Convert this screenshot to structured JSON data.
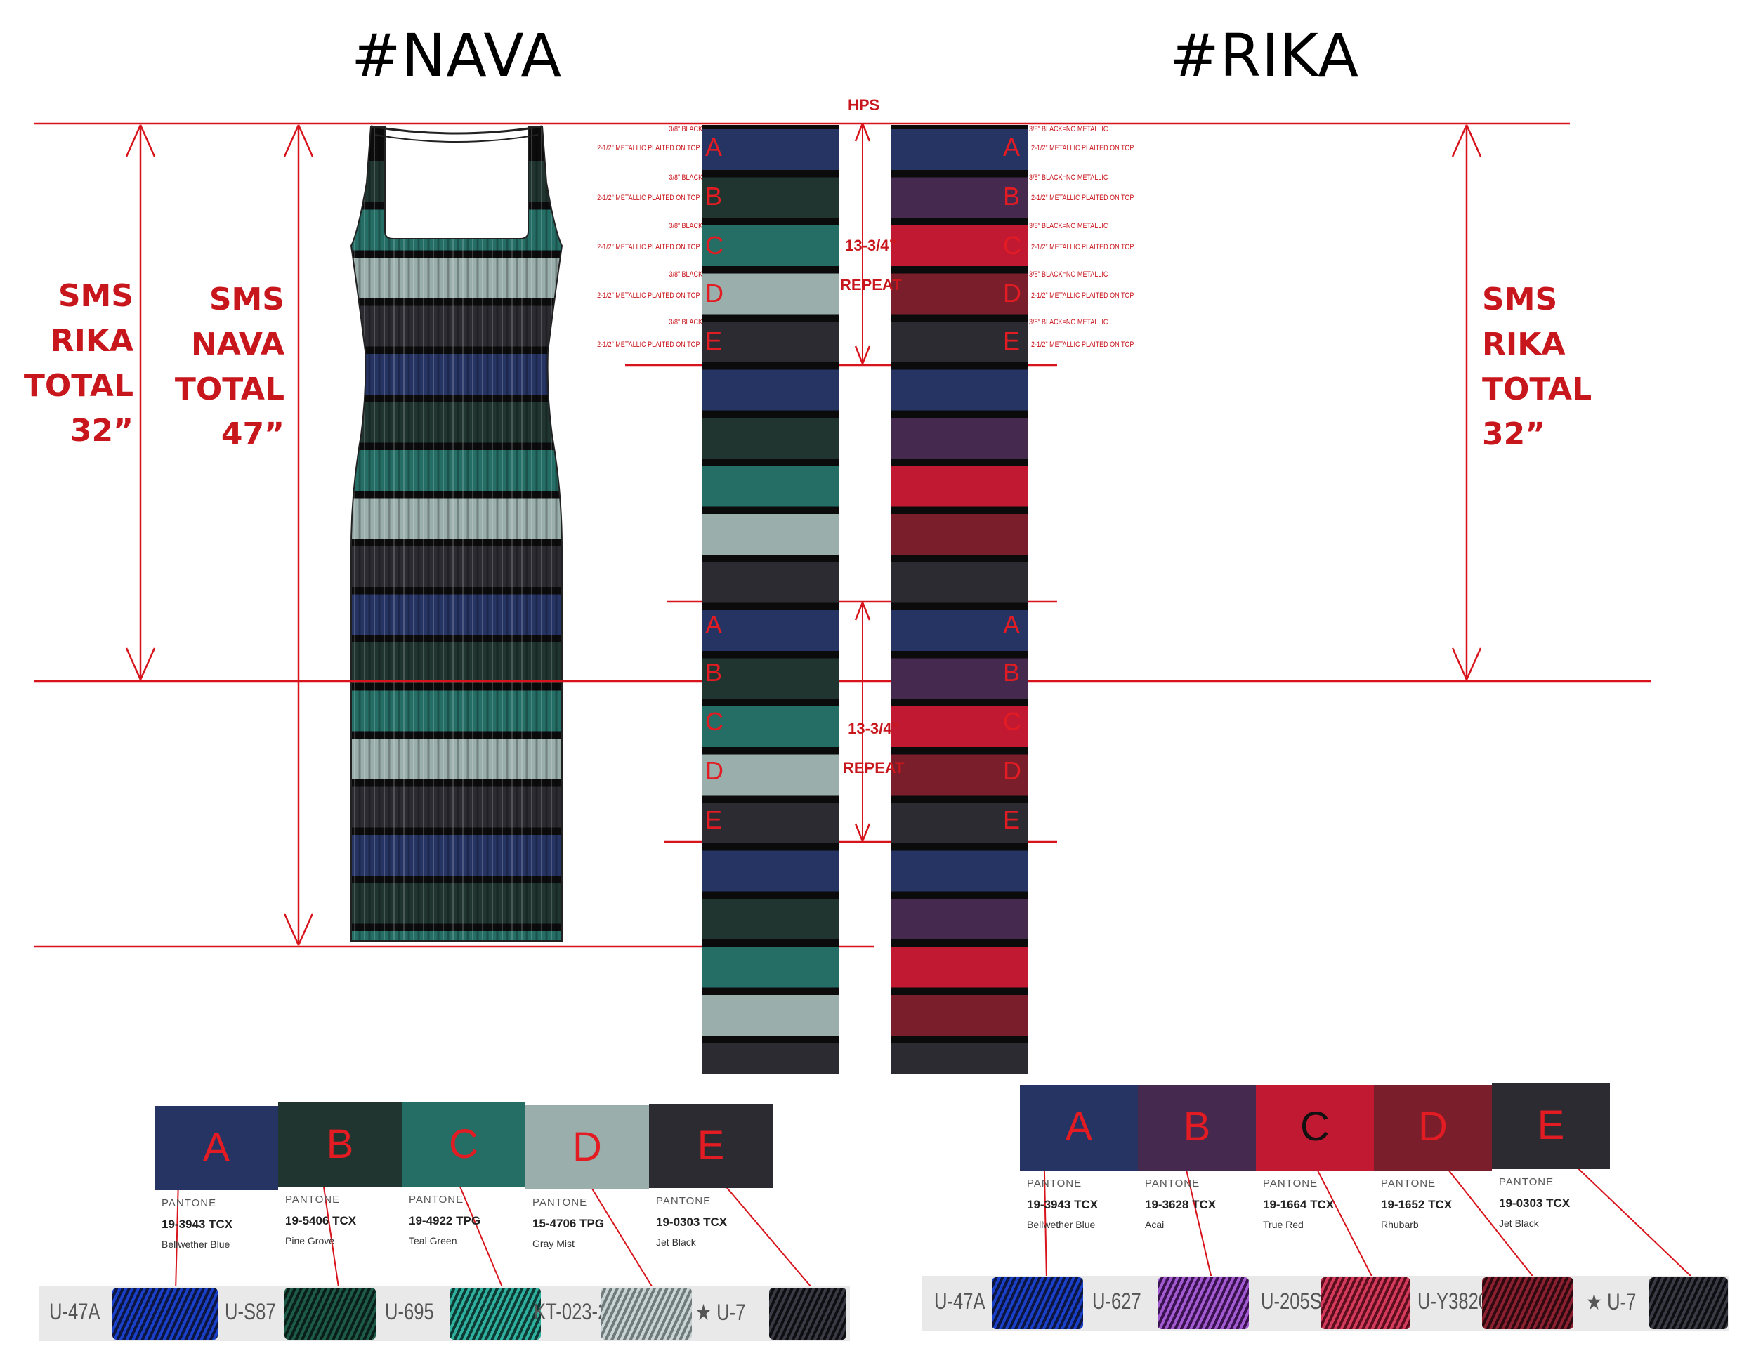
{
  "titles": {
    "nava": "#NAVA",
    "rika": "#RIKA"
  },
  "hps_label": "HPS",
  "measure_left_rika": [
    "SMS",
    "RIKA",
    "TOTAL",
    "32”"
  ],
  "measure_left_nava": [
    "SMS",
    "NAVA",
    "TOTAL",
    "47”"
  ],
  "measure_right_rika": [
    "SMS",
    "RIKA",
    "TOTAL",
    "32”"
  ],
  "repeat_1": {
    "size": "13-3/4”",
    "label": "REPEAT"
  },
  "repeat_2": {
    "size": "13-3/4”",
    "label": "REPEAT"
  },
  "stripe_letters": [
    "A",
    "B",
    "C",
    "D",
    "E"
  ],
  "nava_notes": {
    "black": "3/8” BLACK",
    "metallic": "2-1/2” METALLIC PLAITED ON TOP"
  },
  "rika_notes": {
    "black": "3/8” BLACK=NO METALLIC",
    "metallic": "2-1/2” METALLIC PLAITED ON TOP"
  },
  "colors": {
    "nava": [
      "#263464",
      "#20352f",
      "#256e66",
      "#9aaeab",
      "#2b2b31"
    ],
    "rika": [
      "#263464",
      "#45294f",
      "#c21932",
      "#7a1e2c",
      "#2b2b31"
    ],
    "accent_red": "#e31b23"
  },
  "nava_palette": [
    {
      "letter": "A",
      "pantone": "PANTONE",
      "code": "19-3943 TCX",
      "name": "Bellwether Blue",
      "thread": "U-47A"
    },
    {
      "letter": "B",
      "pantone": "PANTONE",
      "code": "19-5406 TCX",
      "name": "Pine Grove",
      "thread": "U-S87"
    },
    {
      "letter": "C",
      "pantone": "PANTONE",
      "code": "19-4922 TPG",
      "name": "Teal Green",
      "thread": "U-695"
    },
    {
      "letter": "D",
      "pantone": "PANTONE",
      "code": "15-4706 TPG",
      "name": "Gray Mist",
      "thread": "KT-023-2"
    },
    {
      "letter": "E",
      "pantone": "PANTONE",
      "code": "19-0303 TCX",
      "name": "Jet Black",
      "thread": "★ U-7"
    }
  ],
  "rika_palette": [
    {
      "letter": "A",
      "pantone": "PANTONE",
      "code": "19-3943 TCX",
      "name": "Bellwether Blue",
      "thread": "U-47A"
    },
    {
      "letter": "B",
      "pantone": "PANTONE",
      "code": "19-3628 TCX",
      "name": "Acai",
      "thread": "U-627"
    },
    {
      "letter": "C",
      "pantone": "PANTONE",
      "code": "19-1664 TCX",
      "name": "True Red",
      "thread": "U-205S"
    },
    {
      "letter": "D",
      "pantone": "PANTONE",
      "code": "19-1652 TCX",
      "name": "Rhubarb",
      "thread": "U-Y3820-2"
    },
    {
      "letter": "E",
      "pantone": "PANTONE",
      "code": "19-0303 TCX",
      "name": "Jet Black",
      "thread": "★ U-7"
    }
  ]
}
